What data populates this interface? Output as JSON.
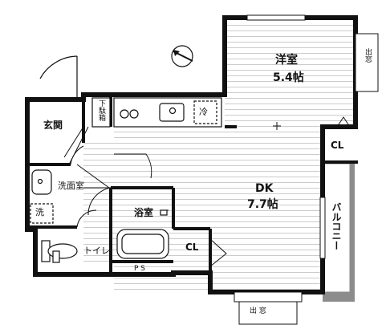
{
  "rooms": {
    "western": {
      "name": "洋室",
      "size": "5.4帖"
    },
    "dk": {
      "name": "DK",
      "size": "7.7帖"
    },
    "genkan": "玄関",
    "washroom": "洗面室",
    "bath": "浴室",
    "toilet": "トイレ",
    "balcony": "バルコニー"
  },
  "fixtures": {
    "shoe_box": "下駄箱",
    "fridge": "冷",
    "washer": "洗",
    "ps": "P S",
    "closet_right": "CL",
    "closet_center": "CL"
  },
  "windows": {
    "east": "出窓",
    "south": "出 窓"
  },
  "icons": [
    "compass-icon"
  ]
}
